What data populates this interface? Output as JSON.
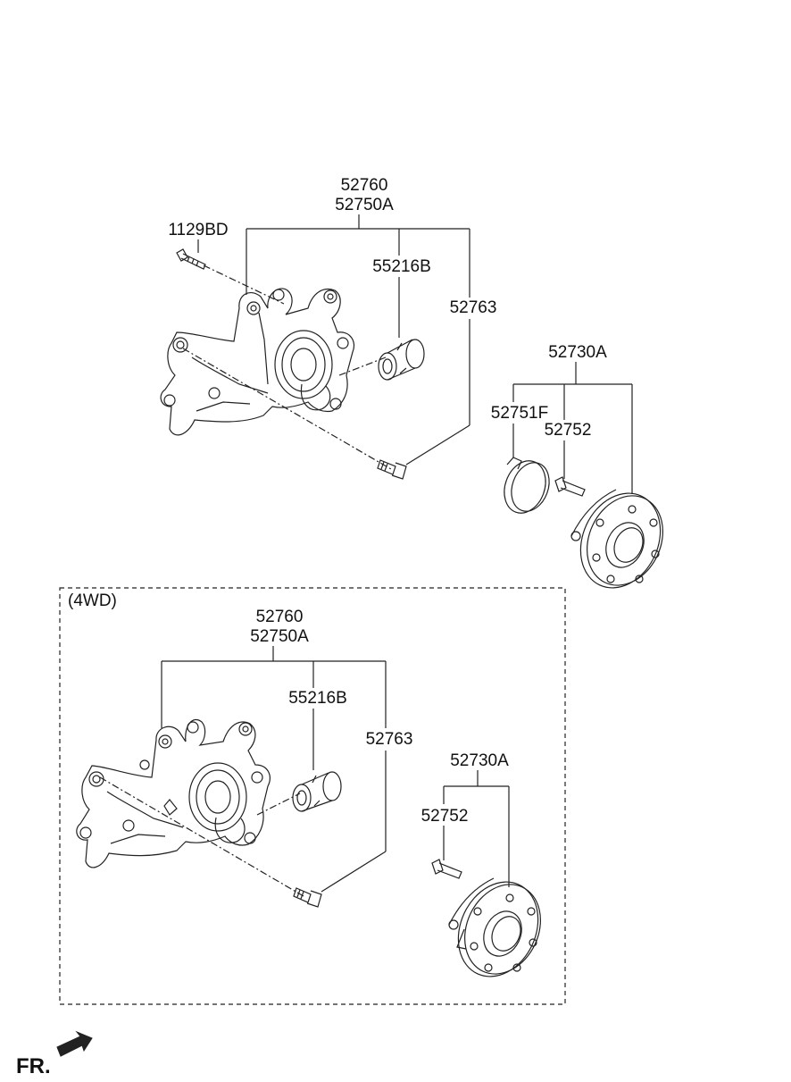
{
  "top": {
    "knuckle_numbers": [
      "52760",
      "52750A"
    ],
    "bolt": "1129BD",
    "bushing": "55216B",
    "pin": "52763",
    "hub_assy": "52730A",
    "sensor": "52751F",
    "hub_bolt": "52752"
  },
  "wd4": {
    "title": "(4WD)",
    "knuckle_numbers": [
      "52760",
      "52750A"
    ],
    "bushing": "55216B",
    "pin": "52763",
    "hub_assy": "52730A",
    "hub_bolt": "52752"
  },
  "direction": "FR."
}
